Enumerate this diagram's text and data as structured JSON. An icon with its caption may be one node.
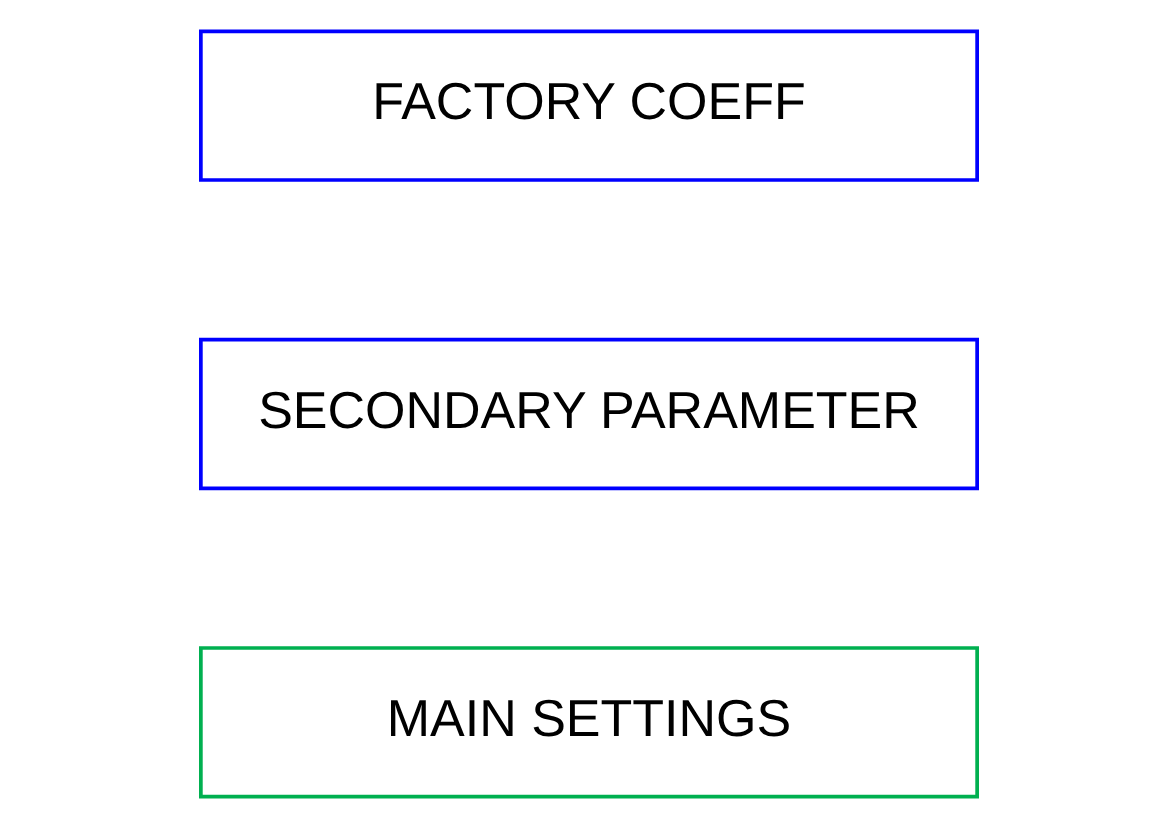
{
  "diagram": {
    "nodes": [
      {
        "text": [
          "MAIN SETTINGS"
        ]
      },
      {
        "text": [
          "SECONDARY PARAMETER"
        ]
      },
      {
        "text": [
          "FACTORY COEFF"
        ]
      }
    ]
  }
}
